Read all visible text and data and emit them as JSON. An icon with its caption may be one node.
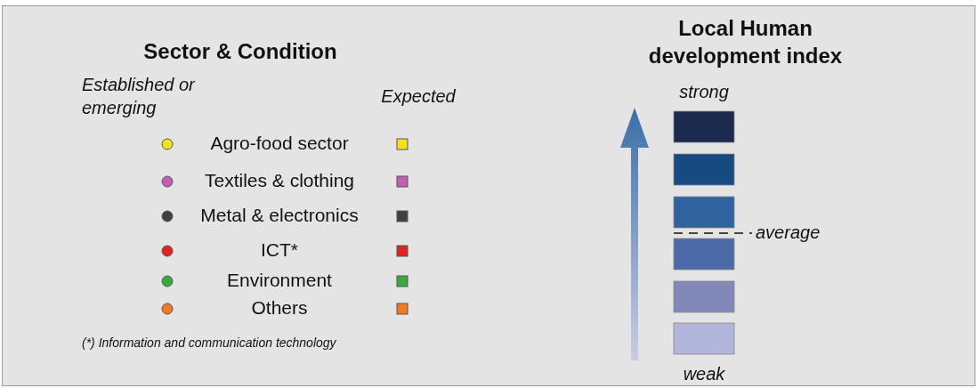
{
  "diagram": {
    "labels": [
      "Sector & Condition",
      "Established or emerging",
      "Expected",
      "(*) Information and communication technology",
      "Local Human development index",
      "strong",
      "average",
      "weak"
    ],
    "legend": [
      {
        "text": "Agro-food sector",
        "color": "#f2e21c"
      },
      {
        "text": "Textiles & clothing",
        "color": "#c15fb5"
      },
      {
        "text": "Metal & electronics",
        "color": "#404040"
      },
      {
        "text": "ICT*",
        "color": "#e02424"
      },
      {
        "text": "Environment",
        "color": "#3aa83a"
      },
      {
        "text": "Others",
        "color": "#ee7a2a"
      }
    ]
  }
}
